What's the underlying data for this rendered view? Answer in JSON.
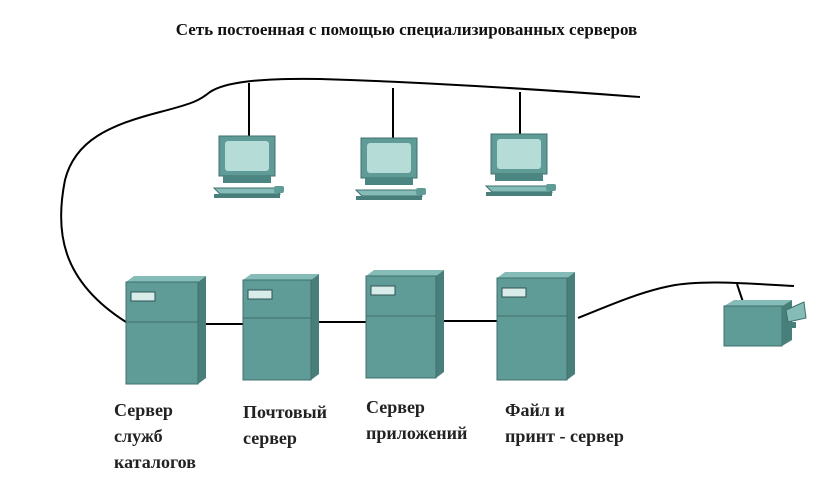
{
  "title": "Сеть постоенная с помощью специализированных серверов",
  "colors": {
    "device_fill": "#5f9c98",
    "device_top": "#86bcb8",
    "device_side": "#487f7b",
    "screen": "#b6dcd8",
    "cable": "#000000"
  },
  "devices": {
    "workstations": [
      {
        "name": "workstation-1",
        "icon": "desktop-computer-icon"
      },
      {
        "name": "workstation-2",
        "icon": "desktop-computer-icon"
      },
      {
        "name": "workstation-3",
        "icon": "desktop-computer-icon"
      }
    ],
    "servers": [
      {
        "label": "Сервер\nслужб\nкаталогов",
        "icon": "server-tower-icon"
      },
      {
        "label": "Почтовый\nсервер",
        "icon": "server-tower-icon"
      },
      {
        "label": "Сервер\nприложений",
        "icon": "server-tower-icon"
      },
      {
        "label": "Файл и\nпринт - сервер",
        "icon": "server-tower-icon"
      }
    ],
    "printer": {
      "icon": "printer-icon"
    }
  }
}
